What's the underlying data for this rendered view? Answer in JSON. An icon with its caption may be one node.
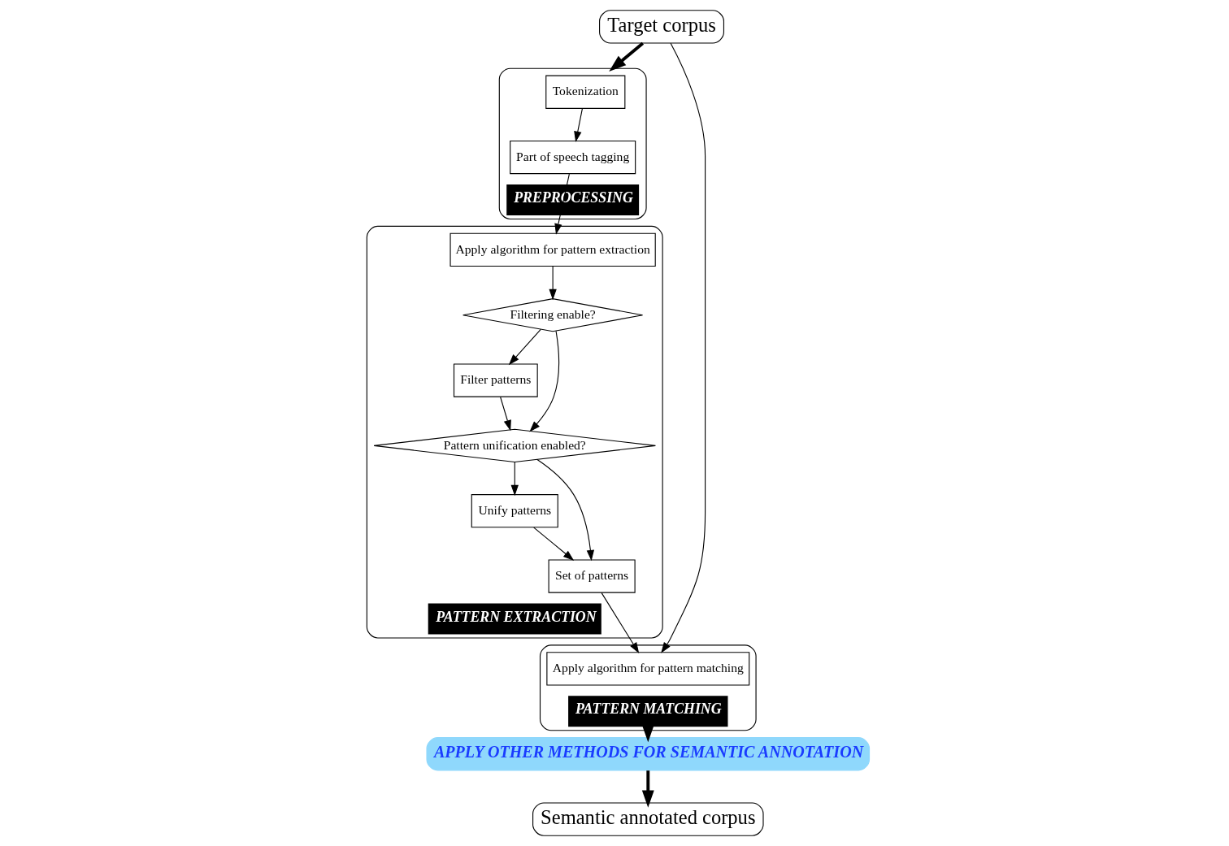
{
  "diagram": {
    "nodes": [
      {
        "text": [
          "Target corpus"
        ]
      },
      {
        "text": [
          "PREPROCESSING"
        ]
      },
      {
        "text": [
          "Tokenization"
        ],
        "in": 1
      },
      {
        "text": [
          "Part of speech tagging"
        ],
        "in": 1
      },
      {
        "text": [
          "PATTERN EXTRACTION"
        ]
      },
      {
        "text": [
          "Apply algorithm for pattern extraction"
        ],
        "in": 4
      },
      {
        "text": [
          "Filtering enable?"
        ],
        "in": 4
      },
      {
        "text": [
          "Filter patterns"
        ],
        "in": 4
      },
      {
        "text": [
          "Pattern unification enabled?"
        ],
        "in": 4
      },
      {
        "text": [
          "Unify patterns"
        ],
        "in": 4
      },
      {
        "text": [
          "Set of patterns"
        ],
        "in": 4
      },
      {
        "text": [
          "PATTERN MATCHING"
        ]
      },
      {
        "text": [
          "Apply algorithm for pattern matching"
        ],
        "in": 11
      },
      {
        "text": [
          "APPLY OTHER METHODS FOR SEMANTIC ANNOTATION"
        ]
      },
      {
        "text": [
          "Semantic annotated corpus"
        ]
      }
    ],
    "edges": [
      {
        "from": 0,
        "to": 1,
        "arrow": "to",
        "style": "thick"
      },
      {
        "from": 2,
        "to": 3,
        "arrow": "to"
      },
      {
        "from": 3,
        "to": 5,
        "arrow": "to"
      },
      {
        "from": 5,
        "to": 6,
        "arrow": "to"
      },
      {
        "from": 6,
        "to": 7,
        "arrow": "to"
      },
      {
        "from": 6,
        "to": 8,
        "arrow": "to"
      },
      {
        "from": 7,
        "to": 8,
        "arrow": "to"
      },
      {
        "from": 8,
        "to": 9,
        "arrow": "to"
      },
      {
        "from": 8,
        "to": 10,
        "arrow": "to"
      },
      {
        "from": 9,
        "to": 10,
        "arrow": "to"
      },
      {
        "from": 10,
        "to": 12,
        "arrow": "to"
      },
      {
        "from": 0,
        "to": 12,
        "arrow": "to"
      },
      {
        "from": 11,
        "to": 13,
        "arrow": "to",
        "style": "thick"
      },
      {
        "from": 13,
        "to": 14,
        "arrow": "to",
        "style": "thick"
      }
    ]
  }
}
